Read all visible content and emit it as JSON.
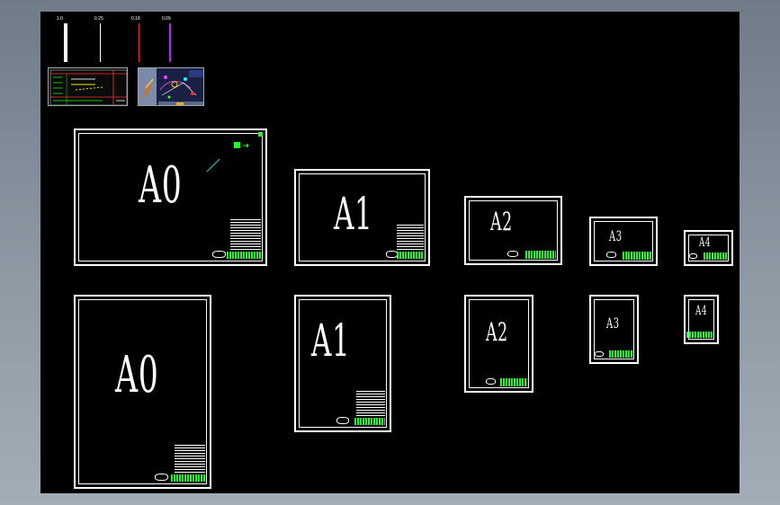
{
  "workspace": {
    "background": "#000000",
    "frame_color": "#ffffff",
    "title_block_accent": "#1dff2a"
  },
  "lineweights": [
    {
      "label": "1.0",
      "color": "#ffffff"
    },
    {
      "label": "0.25",
      "color": "#ffffff"
    },
    {
      "label": "0.18",
      "color": "#ff2020"
    },
    {
      "label": "0.09",
      "color": "#c020ff"
    }
  ],
  "thumbnails": [
    {
      "name": "title-block-legend"
    },
    {
      "name": "reference-drawing"
    }
  ],
  "sheets_landscape": [
    {
      "label": "A0"
    },
    {
      "label": "A1"
    },
    {
      "label": "A2"
    },
    {
      "label": "A3"
    },
    {
      "label": "A4"
    }
  ],
  "sheets_portrait": [
    {
      "label": "A0"
    },
    {
      "label": "A1"
    },
    {
      "label": "A2"
    },
    {
      "label": "A3"
    },
    {
      "label": "A4"
    }
  ]
}
